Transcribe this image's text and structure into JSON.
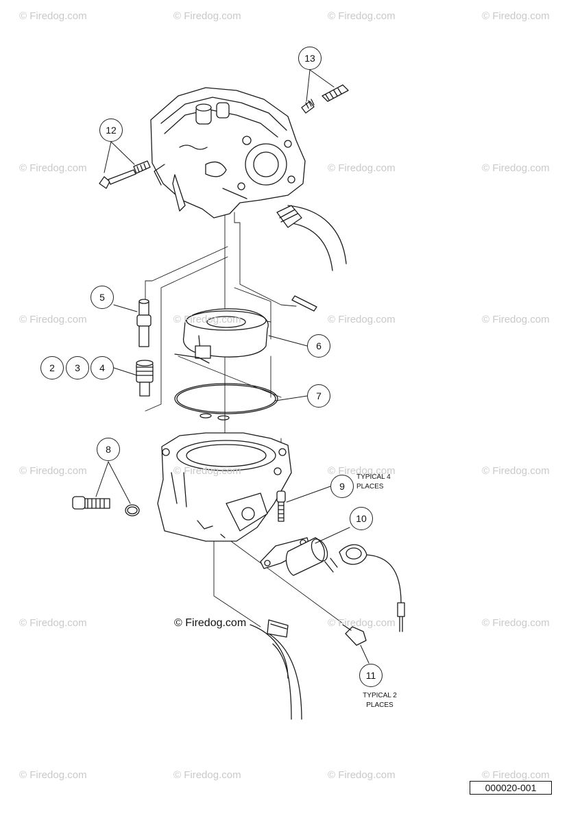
{
  "watermark": "© Firedog.com",
  "center_credit": "© Firedog.com",
  "callouts": {
    "c2": "2",
    "c3": "3",
    "c4": "4",
    "c5": "5",
    "c6": "6",
    "c7": "7",
    "c8": "8",
    "c9": "9",
    "c10": "10",
    "c11": "11",
    "c12": "12",
    "c13": "13"
  },
  "notes": {
    "typical4_line1": "TYPICAL 4",
    "typical4_line2": "PLACES",
    "typical2_line1": "TYPICAL 2",
    "typical2_line2": "PLACES"
  },
  "figure_code": "000020-001"
}
